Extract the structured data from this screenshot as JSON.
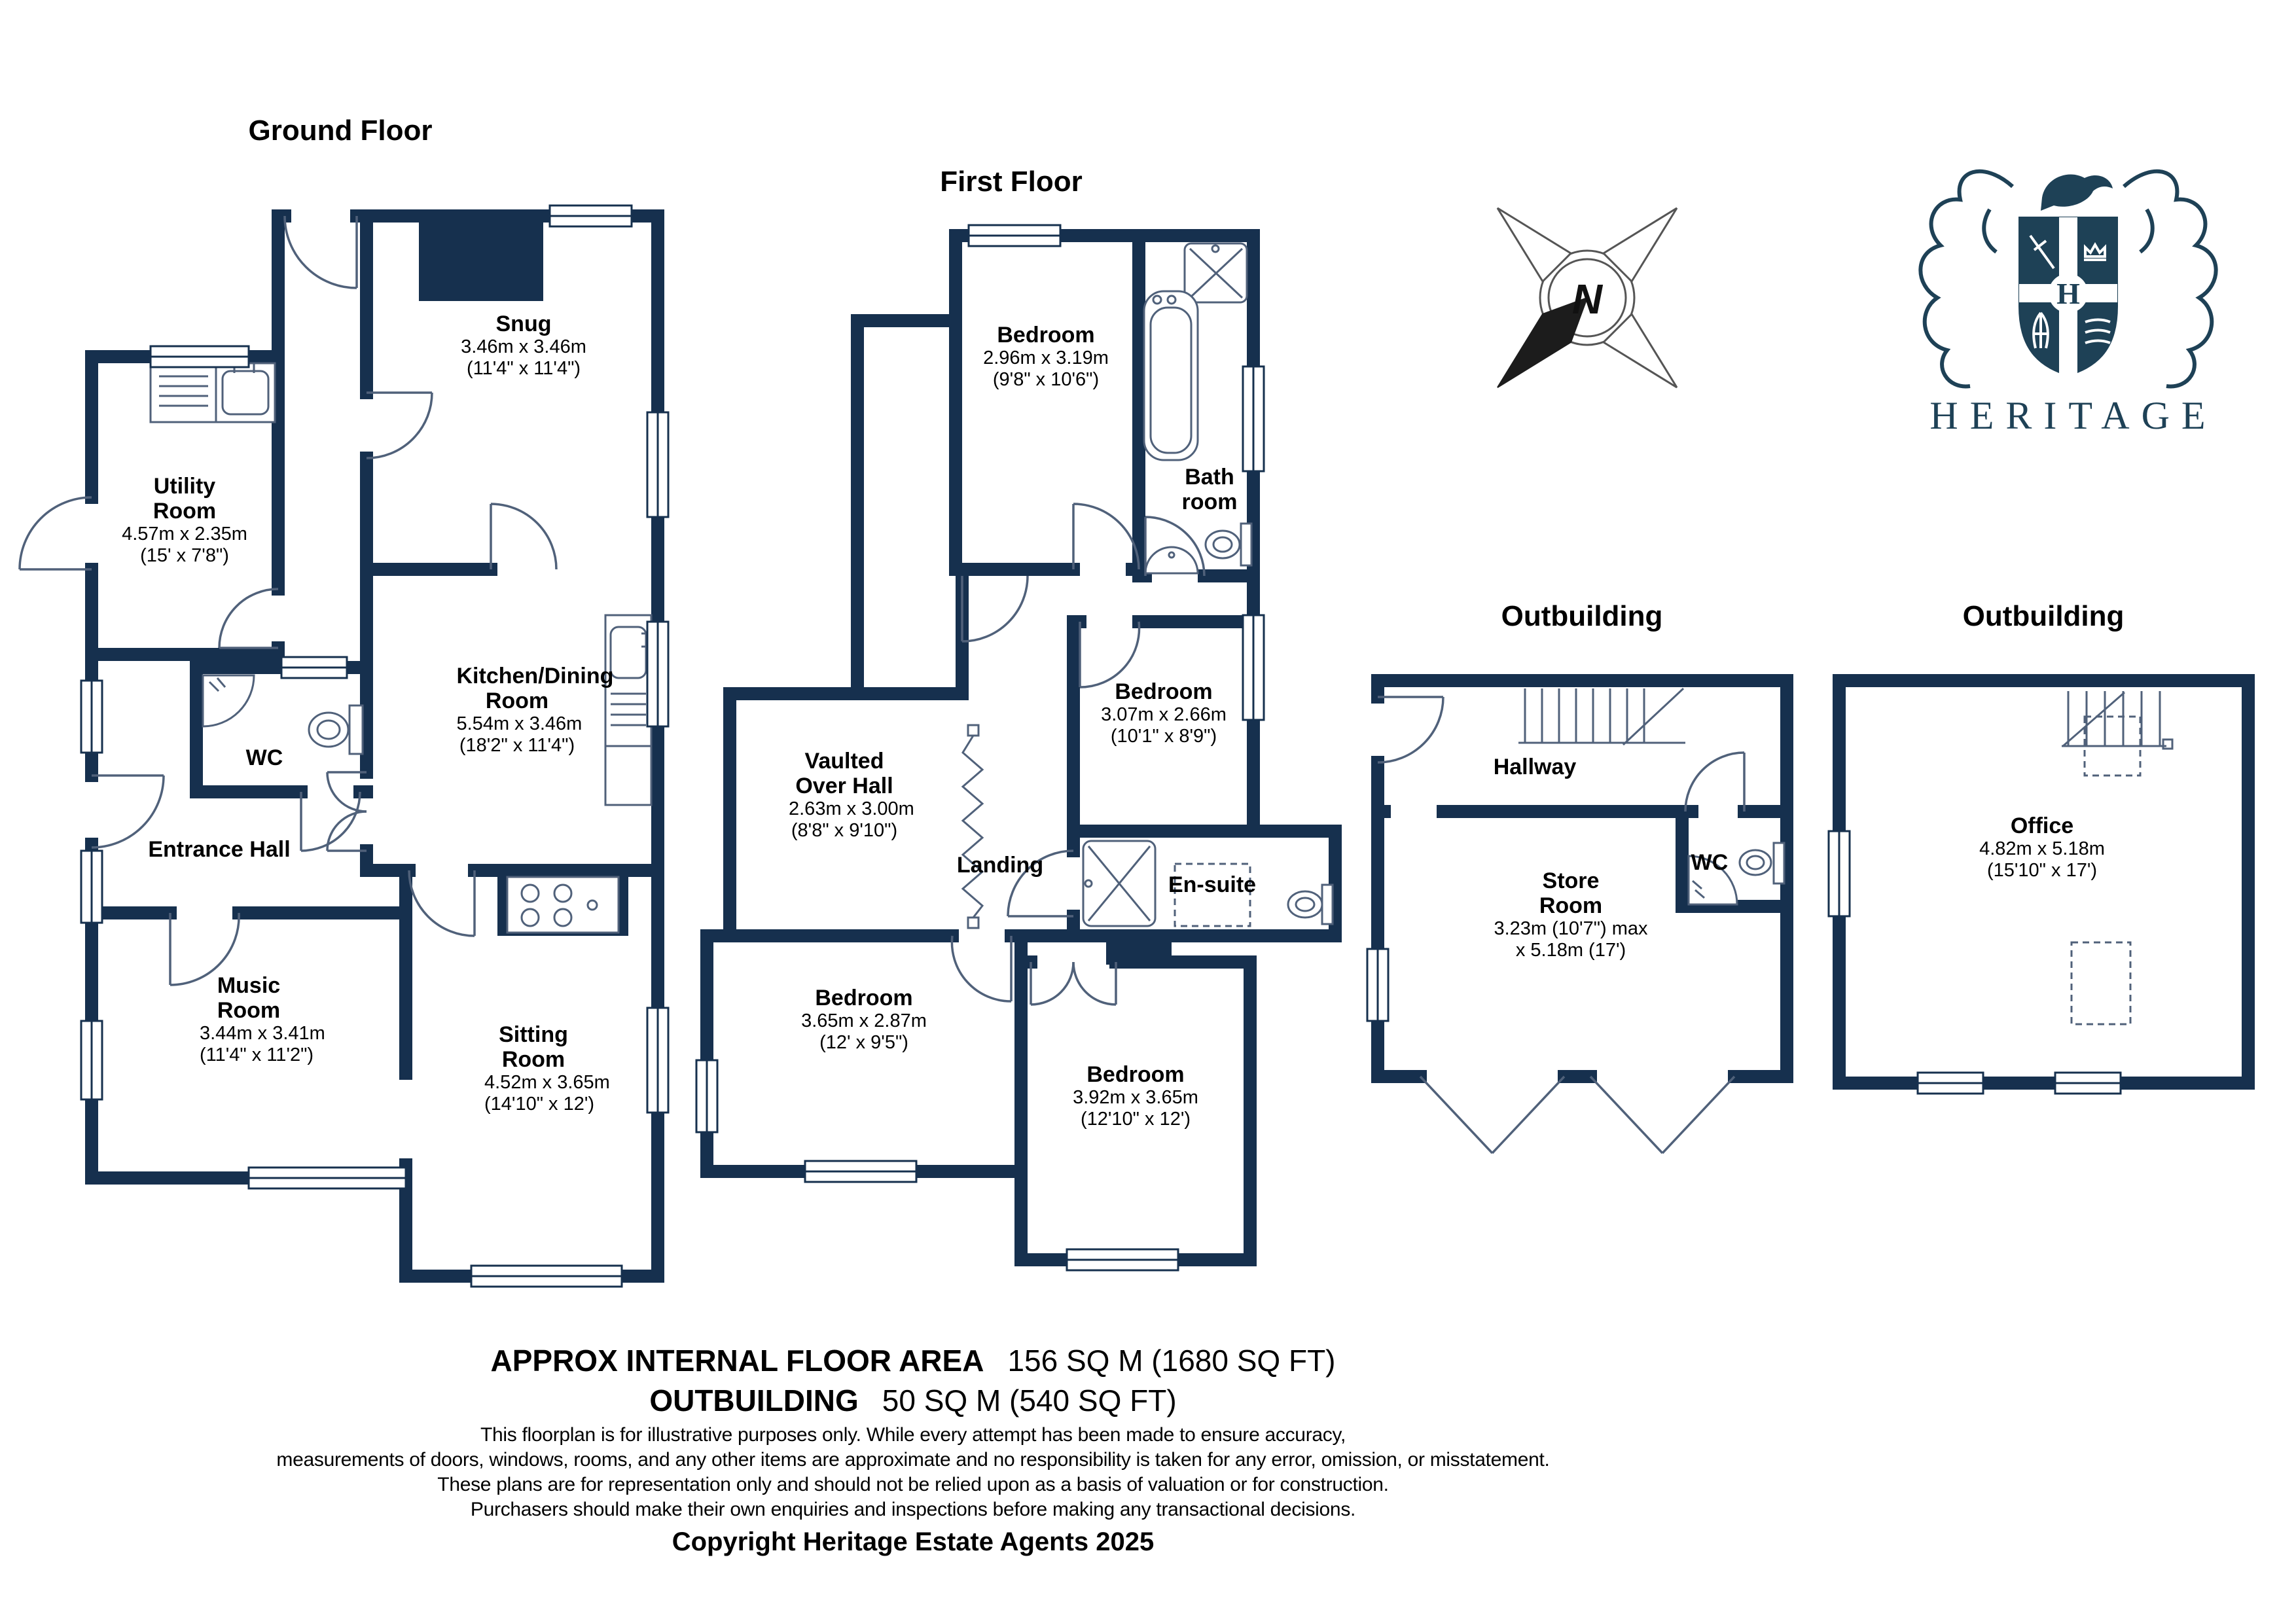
{
  "colors": {
    "wall": "#16304e",
    "thin_line": "#50617a",
    "logo": "#1e4156",
    "compass_dark": "#1c1c1c"
  },
  "ground_floor": {
    "title": "Ground Floor",
    "rooms": {
      "utility": {
        "name": "Utility Room",
        "m": "4.57m x 2.35m",
        "ft": "(15' x 7'8\")"
      },
      "snug": {
        "name": "Snug",
        "m": "3.46m x 3.46m",
        "ft": "(11'4\" x 11'4\")"
      },
      "wc": {
        "name": "WC"
      },
      "entrance": {
        "name": "Entrance Hall"
      },
      "kitchen": {
        "name": "Kitchen/Dining Room",
        "m": "5.54m x 3.46m",
        "ft": "(18'2\" x 11'4\")"
      },
      "music": {
        "name": "Music Room",
        "m": "3.44m x 3.41m",
        "ft": "(11'4\" x 11'2\")"
      },
      "sitting": {
        "name": "Sitting Room",
        "m": "4.52m x 3.65m",
        "ft": "(14'10\" x 12')"
      }
    }
  },
  "first_floor": {
    "title": "First Floor",
    "rooms": {
      "bedroom1": {
        "name": "Bedroom",
        "m": "2.96m x 3.19m",
        "ft": "(9'8\" x 10'6\")"
      },
      "bathroom": {
        "name": "Bath room"
      },
      "bedroom2": {
        "name": "Bedroom",
        "m": "3.07m x 2.66m",
        "ft": "(10'1\" x 8'9\")"
      },
      "vaulted": {
        "name": "Vaulted Over Hall",
        "m": "2.63m x 3.00m",
        "ft": "(8'8\" x 9'10\")"
      },
      "landing": {
        "name": "Landing"
      },
      "ensuite": {
        "name": "En-suite"
      },
      "bedroom3": {
        "name": "Bedroom",
        "m": "3.65m x 2.87m",
        "ft": "(12' x 9'5\")"
      },
      "bedroom4": {
        "name": "Bedroom",
        "m": "3.92m x 3.65m",
        "ft": "(12'10\" x 12')"
      }
    }
  },
  "outbuilding1": {
    "title": "Outbuilding",
    "rooms": {
      "hallway": {
        "name": "Hallway"
      },
      "wc": {
        "name": "WC"
      },
      "store": {
        "name": "Store Room",
        "m": "3.23m (10'7\") max",
        "ft": "x 5.18m (17')"
      }
    }
  },
  "outbuilding2": {
    "title": "Outbuilding",
    "rooms": {
      "office": {
        "name": "Office",
        "m": "4.82m x 5.18m",
        "ft": "(15'10\" x 17')"
      }
    }
  },
  "compass": {
    "label": "N"
  },
  "logo": {
    "name": "HERITAGE",
    "monogram": "H"
  },
  "footer": {
    "area_label": "APPROX INTERNAL FLOOR AREA",
    "area_value": "156 SQ M (1680 SQ FT)",
    "outbuilding_label": "OUTBUILDING",
    "outbuilding_value": "50 SQ M (540 SQ FT)",
    "disclaimer1": "This floorplan is for illustrative purposes only. While every attempt has been made to ensure accuracy,",
    "disclaimer2": "measurements of doors, windows, rooms, and any other items are approximate and no responsibility is taken for any error, omission, or misstatement.",
    "disclaimer3": "These plans are for representation only and should not be relied upon as a basis of valuation or for construction.",
    "disclaimer4": "Purchasers should make their own enquiries and inspections before making any transactional decisions.",
    "copyright": "Copyright Heritage Estate Agents 2025"
  }
}
